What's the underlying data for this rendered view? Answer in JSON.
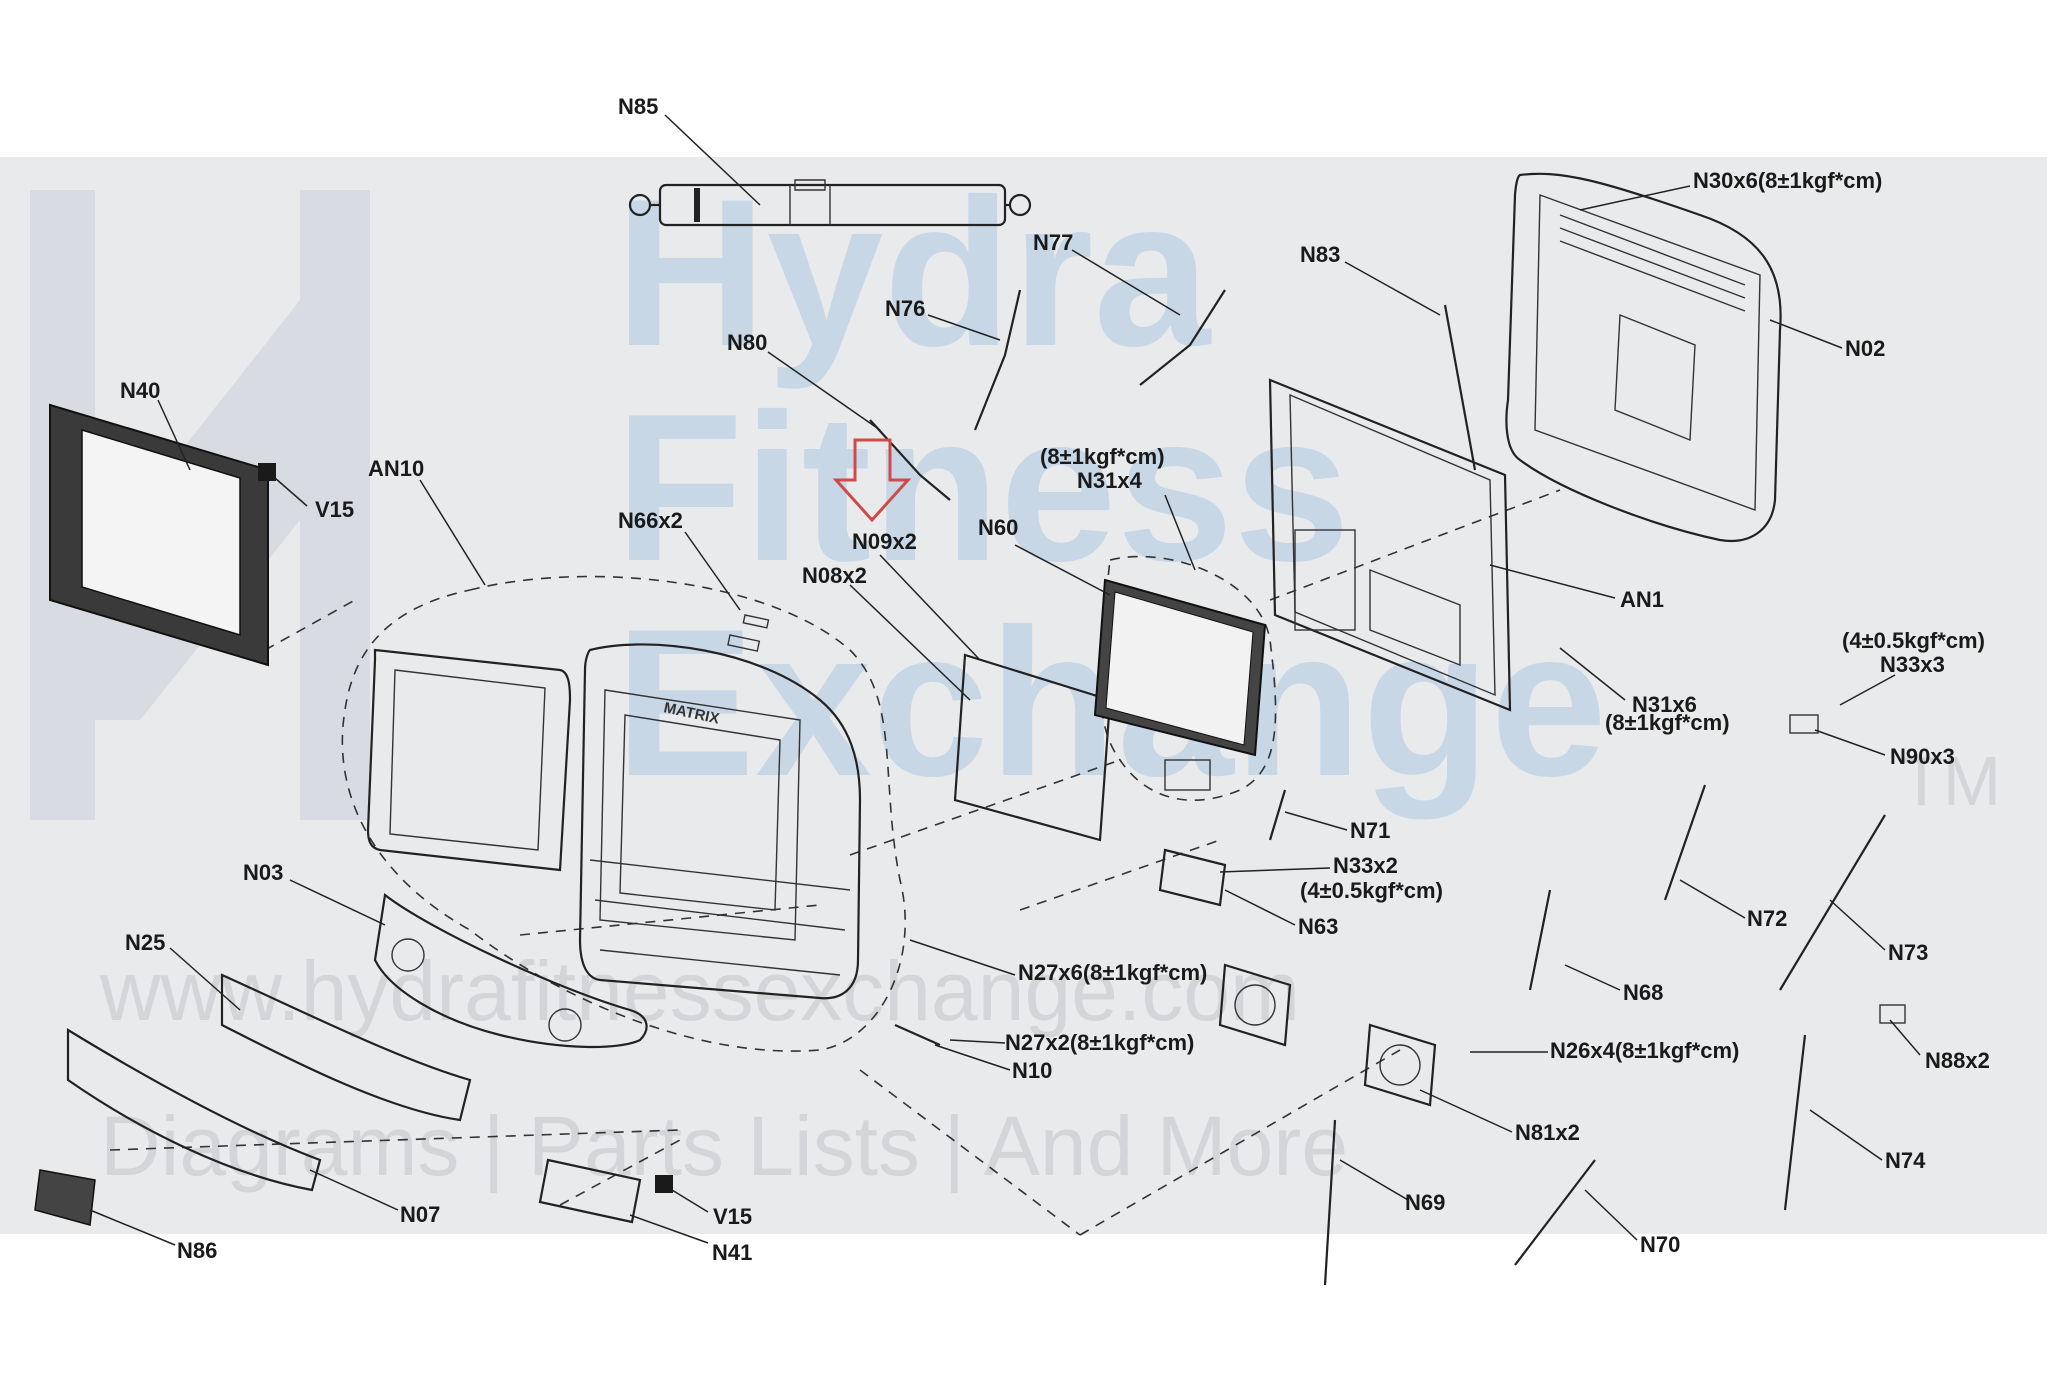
{
  "watermark": {
    "line1": "Hydra",
    "line2": "Fitness",
    "line3": "Exchange",
    "trademark": "TM",
    "url": "www.hydrafitnessexchange.com",
    "tagline": "Diagrams | Parts Lists | And More"
  },
  "console_brand": "MATRIX",
  "callouts": {
    "N85": "N85",
    "N30x6": "N30x6(8±1kgf*cm)",
    "N77": "N77",
    "N83": "N83",
    "N76": "N76",
    "N80": "N80",
    "N02": "N02",
    "N40": "N40",
    "V15_top": "V15",
    "AN10": "AN10",
    "N66x2": "N66x2",
    "N09x2": "N09x2",
    "N08x2": "N08x2",
    "N60": "N60",
    "N31x4_torque": "(8±1kgf*cm)",
    "N31x4": "N31x4",
    "AN1": "AN1",
    "N33x3_torque": "(4±0.5kgf*cm)",
    "N33x3": "N33x3",
    "N31x6": "N31x6",
    "N31x6_torque": "(8±1kgf*cm)",
    "N90x3": "N90x3",
    "N71": "N71",
    "N72": "N72",
    "N73": "N73",
    "N33x2": "N33x2",
    "N33x2_torque": "(4±0.5kgf*cm)",
    "N63": "N63",
    "N03": "N03",
    "N25": "N25",
    "N27x6": "N27x6(8±1kgf*cm)",
    "N68": "N68",
    "N88x2": "N88x2",
    "N27x2": "N27x2(8±1kgf*cm)",
    "N10": "N10",
    "N26x4": "N26x4(8±1kgf*cm)",
    "N81x2": "N81x2",
    "N74": "N74",
    "N07": "N07",
    "N69": "N69",
    "V15_bottom": "V15",
    "N41": "N41",
    "N70": "N70",
    "N86": "N86"
  },
  "colors": {
    "band": "#e9eaec",
    "ink": "#222222",
    "highlight_arrow": "#d04a4a",
    "watermark_blue": "#c8d7e6"
  }
}
